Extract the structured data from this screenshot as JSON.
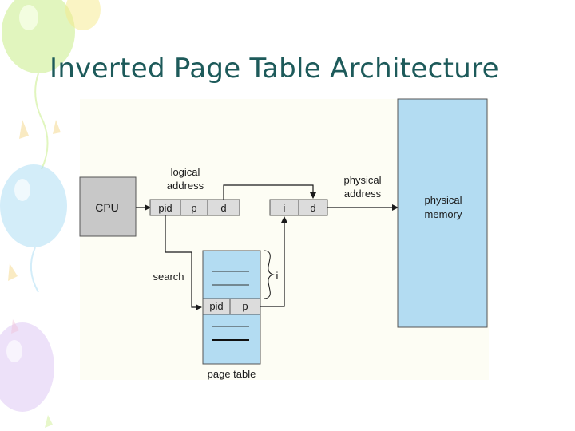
{
  "slide": {
    "title": "Inverted Page Table Architecture"
  },
  "diagram": {
    "cpu_label": "CPU",
    "logical_address_label_line1": "logical",
    "logical_address_label_line2": "address",
    "logical_fields": [
      "pid",
      "p",
      "d"
    ],
    "physical_fields": [
      "i",
      "d"
    ],
    "physical_address_label_line1": "physical",
    "physical_address_label_line2": "address",
    "physical_memory_label_line1": "physical",
    "physical_memory_label_line2": "memory",
    "search_label": "search",
    "index_label": "i",
    "page_table_entry_fields": [
      "pid",
      "p"
    ],
    "page_table_label": "page table"
  },
  "colors": {
    "title": "#1d5a5a",
    "cpu_box": "#c8c8c8",
    "physical_memory": "#b3dcf2",
    "page_table": "#b3dcf2",
    "address_fields": "#dcdcdc",
    "diagram_bg": "#fdfdf4"
  }
}
